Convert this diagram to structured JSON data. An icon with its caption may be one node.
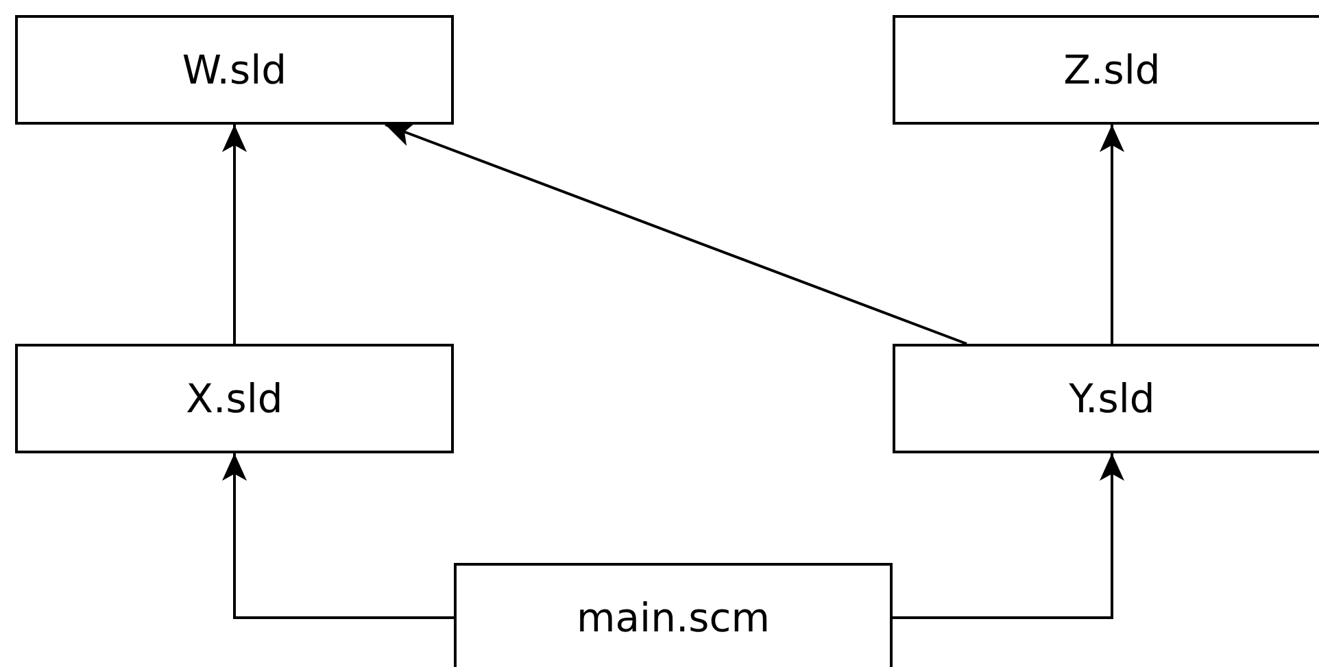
{
  "diagram": {
    "nodes": [
      {
        "text": [
          "W.sld"
        ]
      },
      {
        "text": [
          "Z.sld"
        ]
      },
      {
        "text": [
          "X.sld"
        ]
      },
      {
        "text": [
          "Y.sld"
        ]
      },
      {
        "text": [
          "main.scm"
        ]
      }
    ],
    "edges": [
      {
        "from": 2,
        "to": 0,
        "arrow": "to"
      },
      {
        "from": 3,
        "to": 0,
        "arrow": "to"
      },
      {
        "from": 3,
        "to": 1,
        "arrow": "to"
      },
      {
        "from": 4,
        "to": 2,
        "arrow": "to"
      },
      {
        "from": 4,
        "to": 3,
        "arrow": "to"
      }
    ]
  }
}
